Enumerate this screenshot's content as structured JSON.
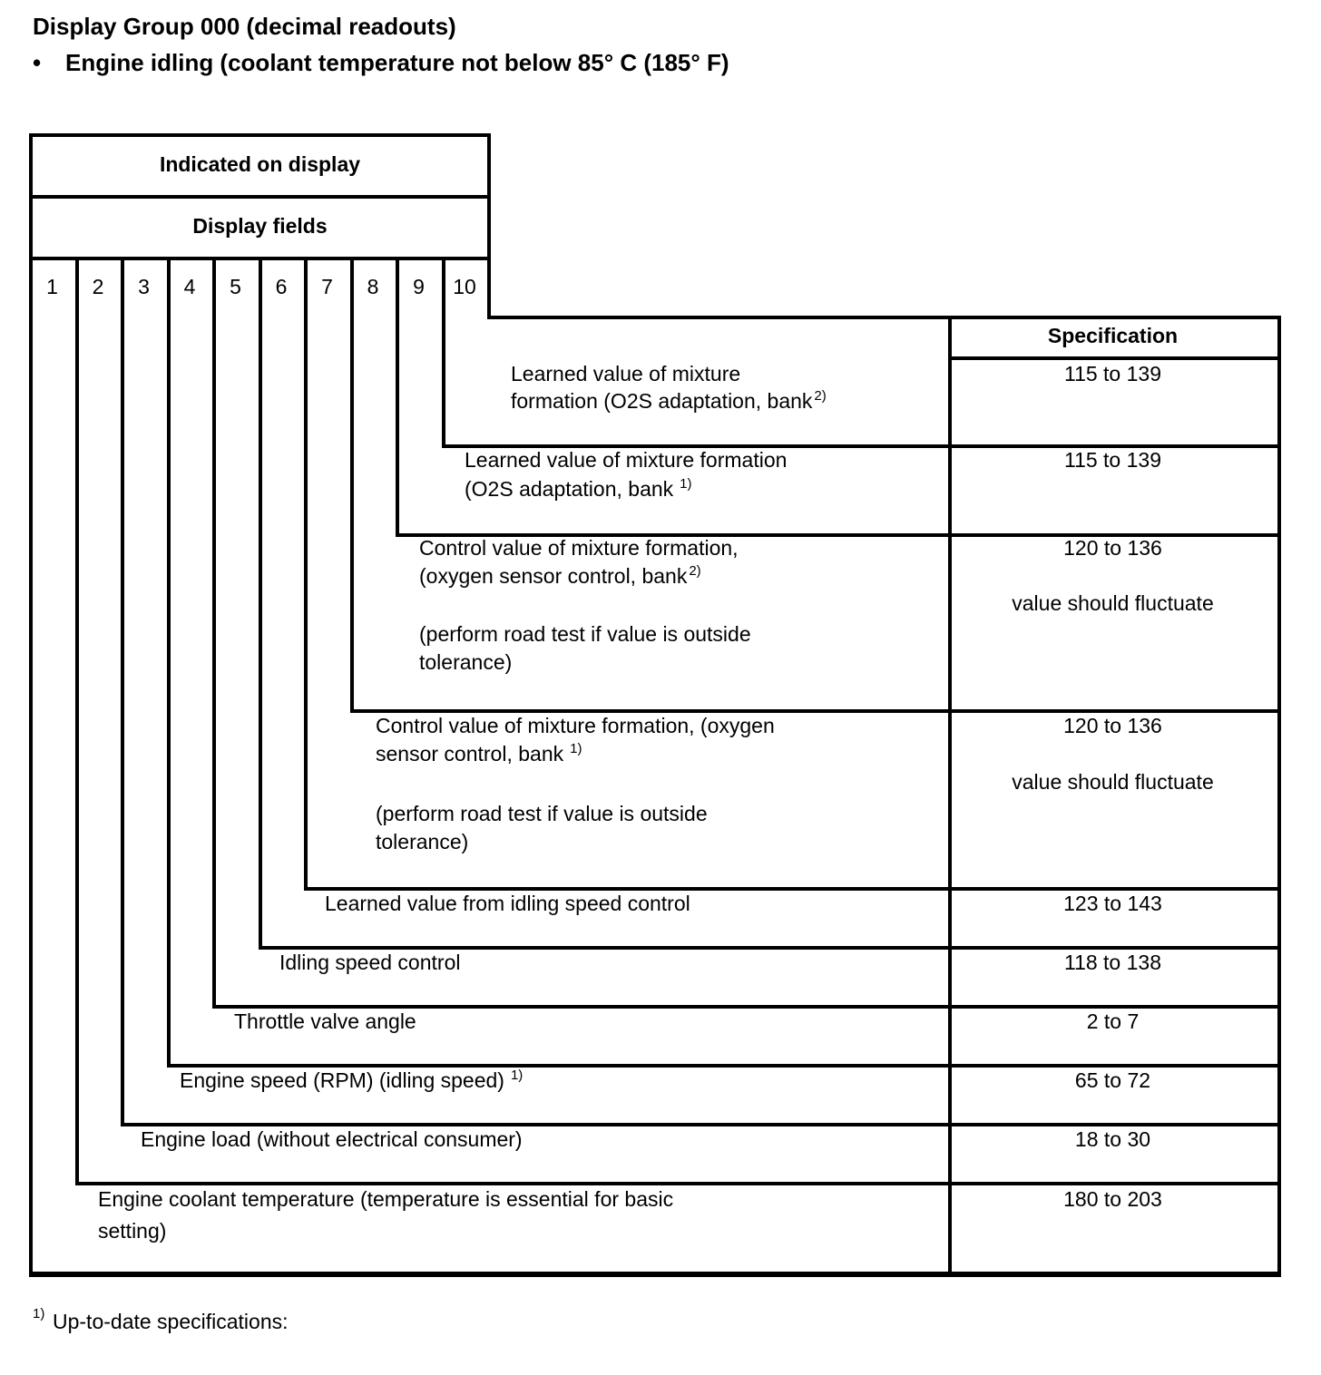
{
  "page": {
    "title": "Display Group 000 (decimal readouts)",
    "bullet_marker": "•",
    "bullet": "Engine idling (coolant temperature not below 85° C (185° F)",
    "footnote_sup": "1)",
    "footnote": "Up-to-date specifications:"
  },
  "table": {
    "header_indicated": "Indicated on display",
    "header_display_fields": "Display fields",
    "spec_header": "Specification",
    "field_numbers": [
      "1",
      "2",
      "3",
      "4",
      "5",
      "6",
      "7",
      "8",
      "9",
      "10"
    ],
    "rows": [
      {
        "field": "10",
        "desc": [
          "Learned value of mixture",
          "formation (O2S adaptation, bank"
        ],
        "desc_sup": "2)",
        "spec": [
          "115 to 139"
        ]
      },
      {
        "field": "9",
        "desc": [
          "Learned value of mixture formation",
          "(O2S adaptation, bank"
        ],
        "desc_sup": "1)",
        "spec": [
          "115 to 139"
        ]
      },
      {
        "field": "8",
        "desc": [
          "Control value of mixture formation,",
          "(oxygen sensor control, bank",
          "(perform road test if value is outside",
          "tolerance)"
        ],
        "desc_sup": "2)",
        "spec": [
          "120 to 136",
          "value should fluctuate"
        ]
      },
      {
        "field": "7",
        "desc": [
          "Control value of mixture formation, (oxygen",
          "sensor control, bank",
          "(perform road test if value is outside",
          "tolerance)"
        ],
        "desc_sup": "1)",
        "spec": [
          "120 to 136",
          "value should fluctuate"
        ]
      },
      {
        "field": "6",
        "desc": [
          "Learned value from idling speed control"
        ],
        "spec": [
          "123 to 143"
        ]
      },
      {
        "field": "5",
        "desc": [
          "Idling speed control"
        ],
        "spec": [
          "118 to 138"
        ]
      },
      {
        "field": "4",
        "desc": [
          "Throttle valve angle"
        ],
        "spec": [
          "2 to 7"
        ]
      },
      {
        "field": "3",
        "desc": [
          "Engine speed (RPM) (idling speed)"
        ],
        "desc_sup": "1)",
        "spec": [
          "65 to 72"
        ]
      },
      {
        "field": "2",
        "desc": [
          "Engine load (without electrical consumer)"
        ],
        "spec": [
          "18 to 30"
        ]
      },
      {
        "field": "1",
        "desc": [
          "Engine coolant temperature (temperature is essential for basic",
          "setting)"
        ],
        "spec": [
          "180 to 203"
        ]
      }
    ]
  }
}
